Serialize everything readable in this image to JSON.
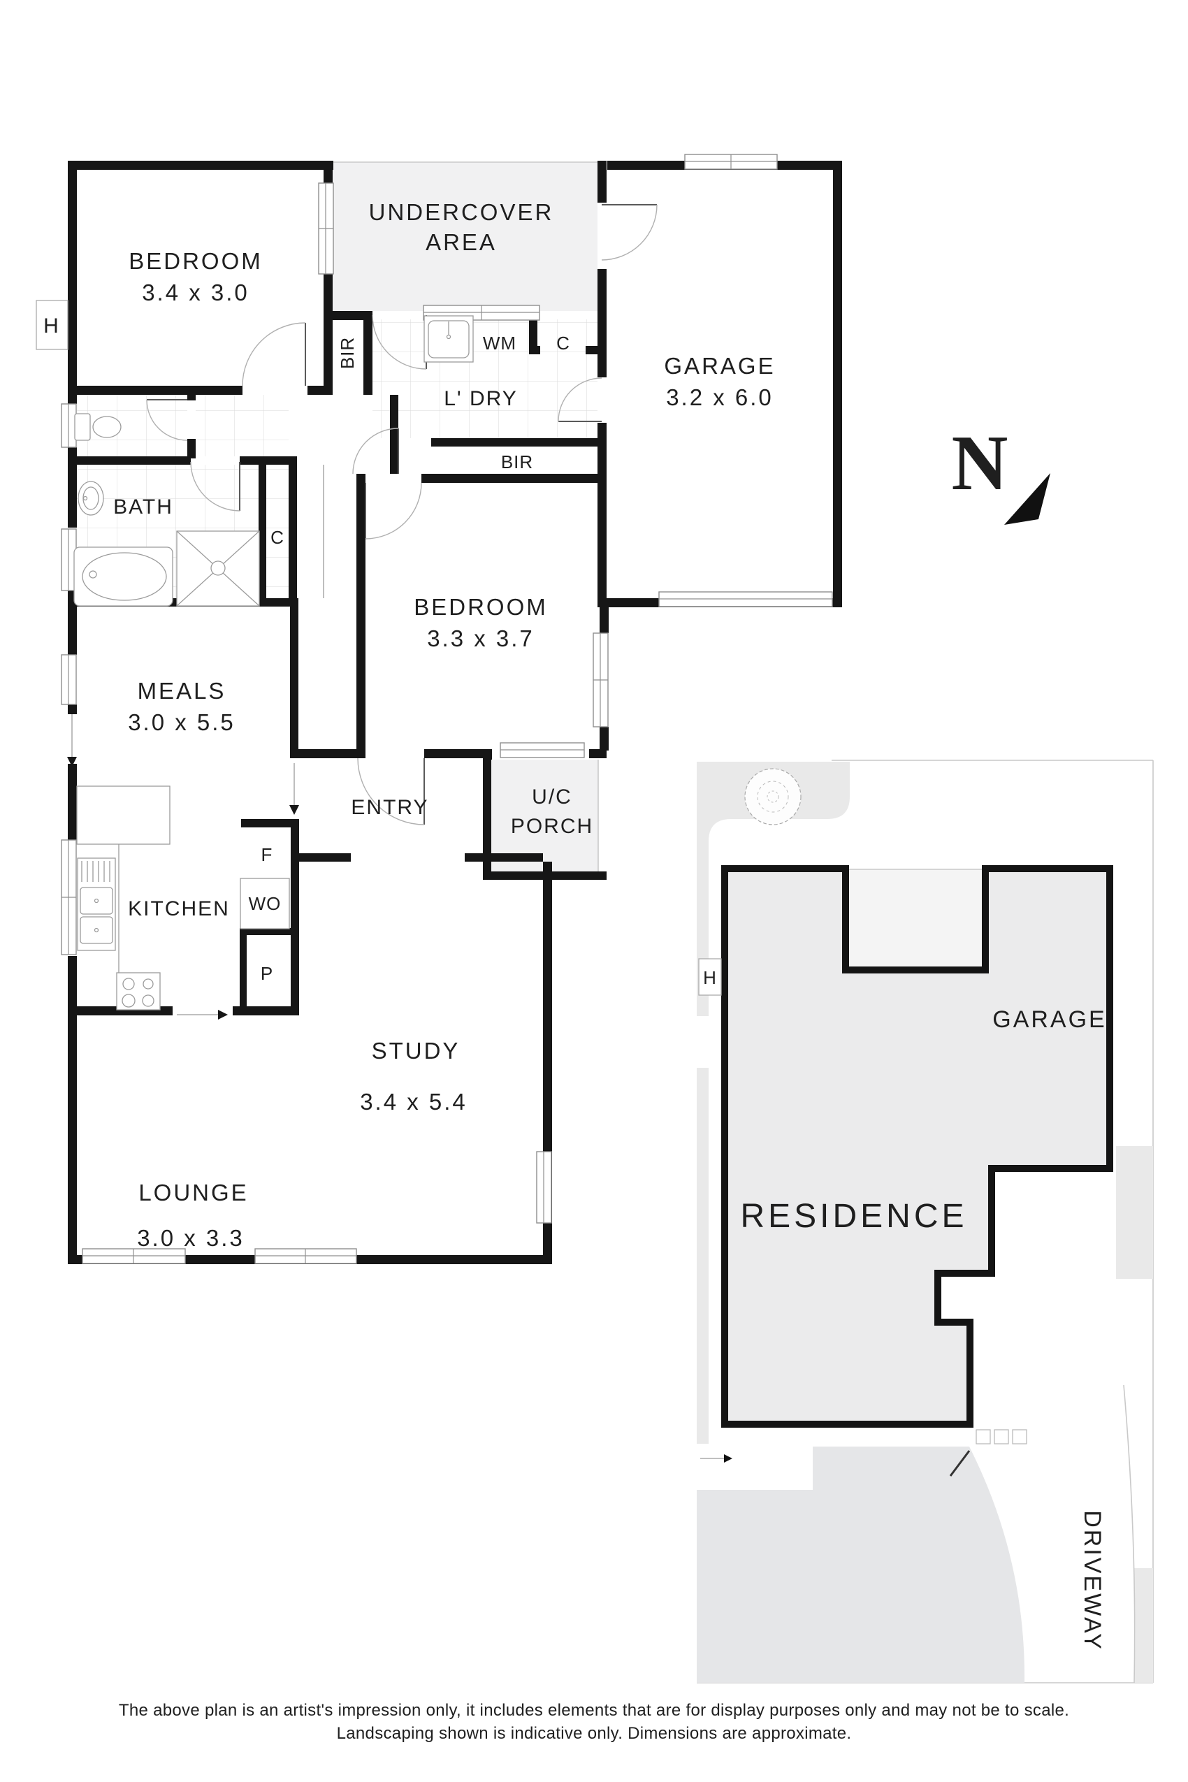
{
  "floor_plan": {
    "bedroom1_name": "BEDROOM",
    "bedroom1_dims": "3.4 x 3.0",
    "undercover_line1": "UNDERCOVER",
    "undercover_line2": "AREA",
    "garage_name": "GARAGE",
    "garage_dims": "3.2 x 6.0",
    "bir_side": "BIR",
    "wm": "WM",
    "c_top": "C",
    "laundry": "L' DRY",
    "bir_bottom": "BIR",
    "bedroom2_name": "BEDROOM",
    "bedroom2_dims": "3.3 x 3.7",
    "hot_water": "H",
    "bath": "BATH",
    "c_hall": "C",
    "meals_name": "MEALS",
    "meals_dims": "3.0 x 5.5",
    "entry": "ENTRY",
    "porch_line1": "U/C",
    "porch_line2": "PORCH",
    "kitchen": "KITCHEN",
    "fridge": "F",
    "wall_oven": "WO",
    "pantry": "P",
    "study_name": "STUDY",
    "study_dims": "3.4 x 5.4",
    "lounge_name": "LOUNGE",
    "lounge_dims": "3.0 x 3.3",
    "north": "N"
  },
  "site_plan": {
    "residence": "RESIDENCE",
    "garage": "GARAGE",
    "driveway": "DRIVEWAY",
    "hot_water": "H"
  },
  "disclaimer_line1": "The above plan is an artist's impression only, it includes elements that are for display purposes only and may not be to scale.",
  "disclaimer_line2": "Landscaping shown is indicative only. Dimensions are approximate.",
  "colors": {
    "wall": "#161616",
    "shaded_area": "#f1f1f2",
    "site_fill": "#ebebec",
    "footpath": "#e9e9e9",
    "backyard": "#e5e6e8"
  }
}
